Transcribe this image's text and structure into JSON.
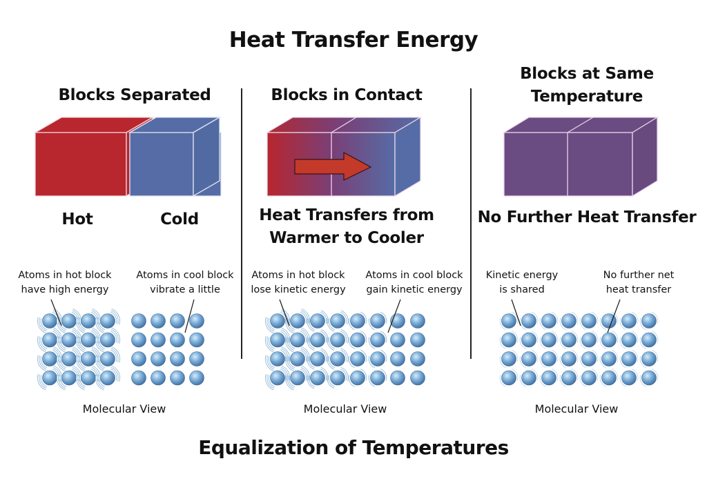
{
  "diagram": {
    "title": "Heat Transfer Energy",
    "footer": "Equalization of Temperatures",
    "colors": {
      "hot": "#b8262e",
      "cold": "#566ca6",
      "equal": "#6b4c82",
      "arrow": "#c43a2a",
      "atom": "#5b8fc4",
      "edge": "#f0d8e4"
    },
    "panels": [
      {
        "heading": "Blocks Separated",
        "block_labels": [
          "Hot",
          "Cold"
        ],
        "captions": [
          {
            "line1": "Atoms in hot block",
            "line2": "have high energy"
          },
          {
            "line1": "Atoms in cool block",
            "line2": "vibrate a little"
          }
        ],
        "footer": "Molecular View"
      },
      {
        "heading": "Blocks in Contact",
        "subtitle_line1": "Heat Transfers from",
        "subtitle_line2": "Warmer to Cooler",
        "captions": [
          {
            "line1": "Atoms in hot block",
            "line2": "lose kinetic energy"
          },
          {
            "line1": "Atoms in cool block",
            "line2": "gain kinetic energy"
          }
        ],
        "footer": "Molecular View"
      },
      {
        "heading_line1": "Blocks at Same",
        "heading_line2": "Temperature",
        "subtitle": "No Further Heat Transfer",
        "captions": [
          {
            "line1": "Kinetic energy",
            "line2": "is shared"
          },
          {
            "line1": "No further net",
            "line2": "heat transfer"
          }
        ],
        "footer": "Molecular View"
      }
    ]
  }
}
